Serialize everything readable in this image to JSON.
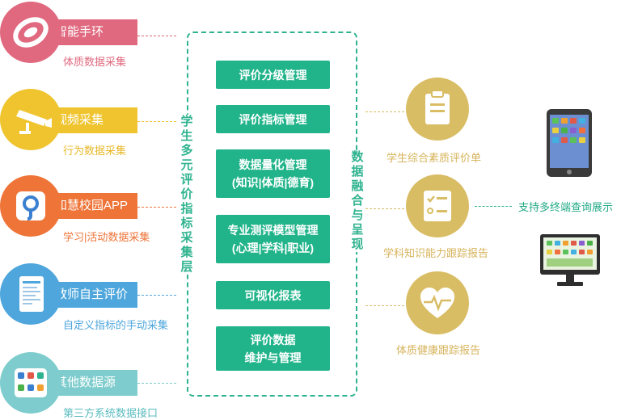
{
  "sources": [
    {
      "title": "智能手环",
      "subtitle": "体质数据采集",
      "icon": "wristband-icon",
      "color": "#e0697f",
      "text_color": "#e0697f"
    },
    {
      "title": "视频采集",
      "subtitle": "行为数据采集",
      "icon": "camera-icon",
      "color": "#efc42e",
      "text_color": "#e8b82a"
    },
    {
      "title": "知慧校园APP",
      "subtitle": "学习|活动数据采集",
      "icon": "app-icon",
      "color": "#ee7438",
      "text_color": "#ee7438"
    },
    {
      "title": "教师自主评价",
      "subtitle": "自定义指标的手动采集",
      "icon": "phone-form-icon",
      "color": "#4ea6dc",
      "text_color": "#4ea6dc"
    },
    {
      "title": "其他数据源",
      "subtitle": "第三方系统数据接口",
      "icon": "apps-grid-icon",
      "color": "#7ecccd",
      "text_color": "#5cbcc0"
    }
  ],
  "center": {
    "left_label": "学生多元评价指标采集层",
    "right_label": "数据融合与呈现",
    "modules": [
      {
        "line1": "评价分级管理",
        "line2": ""
      },
      {
        "line1": "评价指标管理",
        "line2": ""
      },
      {
        "line1": "数据量化管理",
        "line2": "(知识|体质|德育)"
      },
      {
        "line1": "专业测评模型管理",
        "line2": "(心理|学科|职业)"
      },
      {
        "line1": "可视化报表",
        "line2": ""
      },
      {
        "line1": "评价数据",
        "line2": "维护与管理"
      }
    ]
  },
  "outputs": [
    {
      "label": "学生综合素质评价单",
      "icon": "clipboard-icon"
    },
    {
      "label": "学科知识能力跟踪报告",
      "icon": "checklist-icon"
    },
    {
      "label": "体质健康跟踪报告",
      "icon": "heart-pulse-icon"
    }
  ],
  "terminals": {
    "label": "支持多终端查询展示",
    "devices": [
      "tablet-icon",
      "monitor-icon"
    ]
  },
  "colors": {
    "green": "#21b48a",
    "gold": "#d9bd65"
  }
}
